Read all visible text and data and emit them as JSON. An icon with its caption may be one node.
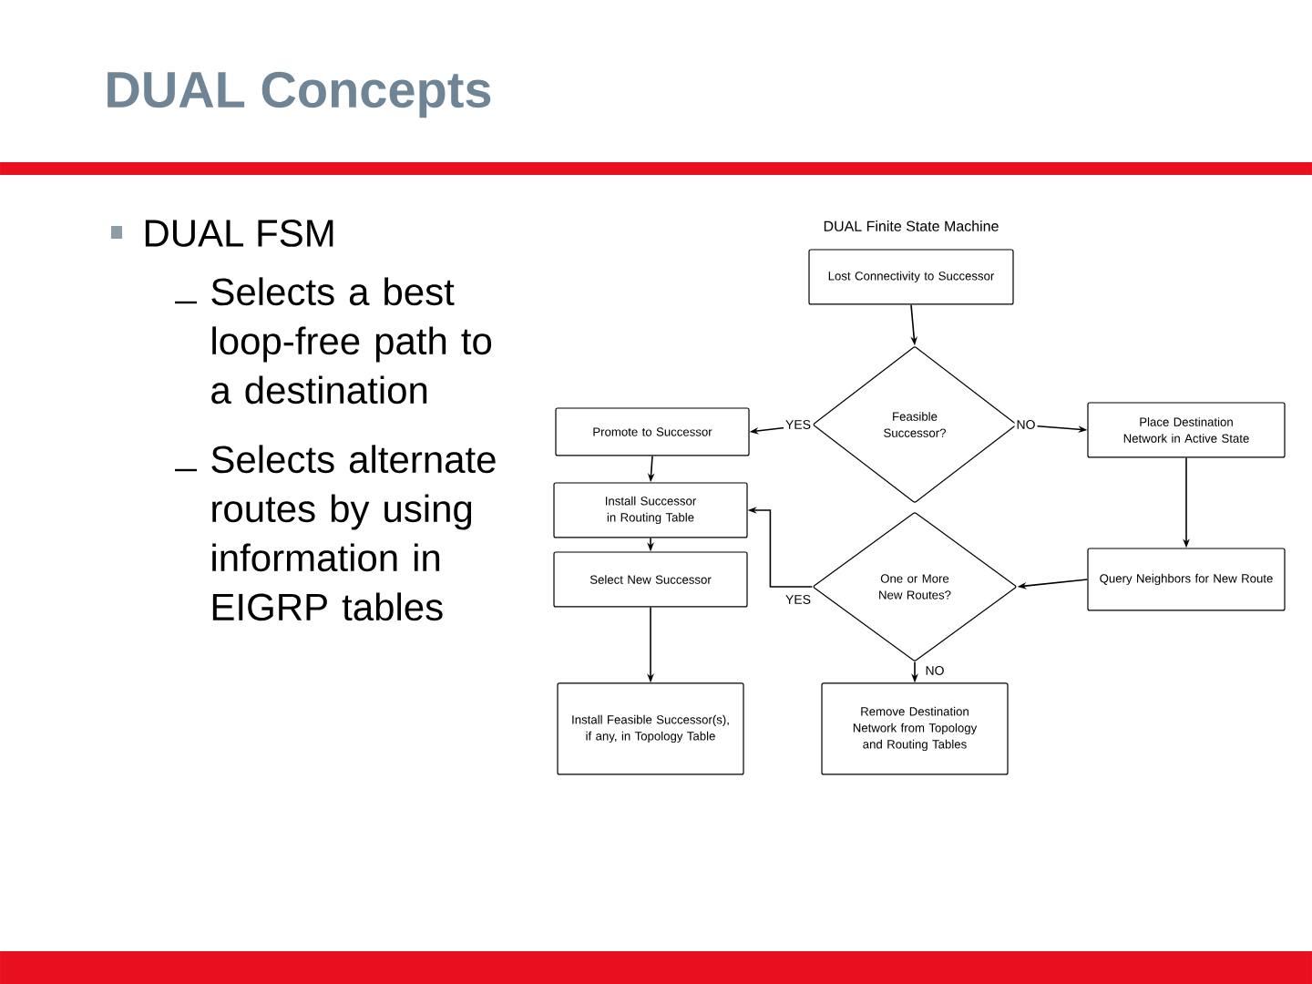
{
  "diagram": {
    "title": "DUAL Concepts",
    "nodes": [
      {
        "text": [
          "Lost Connectivity to Successor"
        ]
      },
      {
        "text": [
          "Feasible Successor?"
        ]
      },
      {
        "text": [
          "Promote to Successor"
        ]
      },
      {
        "text": [
          "Place Destination Network in Active State"
        ]
      },
      {
        "text": [
          "Install Successor in Routing Table"
        ]
      },
      {
        "text": [
          "Select New Successor"
        ]
      },
      {
        "text": [
          "One or More New Routes?"
        ]
      },
      {
        "text": [
          "Query Neighbors for New Route"
        ]
      },
      {
        "text": [
          "Install Feasible Successor(s), if any, in Topology Table"
        ]
      },
      {
        "text": [
          "Remove Destination Network from Topology and Routing Tables"
        ]
      }
    ],
    "edges": [
      {
        "from": 0,
        "to": 1,
        "arrow": "to"
      },
      {
        "from": 1,
        "to": 2,
        "arrow": "to",
        "label": "YES"
      },
      {
        "from": 1,
        "to": 3,
        "arrow": "to",
        "label": "NO"
      },
      {
        "from": 2,
        "to": 4,
        "arrow": "to"
      },
      {
        "from": 6,
        "to": 4,
        "arrow": "to",
        "label": "YES"
      },
      {
        "from": 4,
        "to": 5,
        "arrow": "to"
      },
      {
        "from": 3,
        "to": 7,
        "arrow": "to"
      },
      {
        "from": 7,
        "to": 6,
        "arrow": "to"
      },
      {
        "from": 5,
        "to": 8,
        "arrow": "to"
      },
      {
        "from": 6,
        "to": 9,
        "arrow": "to",
        "label": "NO"
      }
    ],
    "labels": [
      "DUAL FSM",
      "Selects a best loop-free path to a destination",
      "Selects alternate routes by using information in EIGRP tables",
      "DUAL Finite State Machine"
    ]
  }
}
